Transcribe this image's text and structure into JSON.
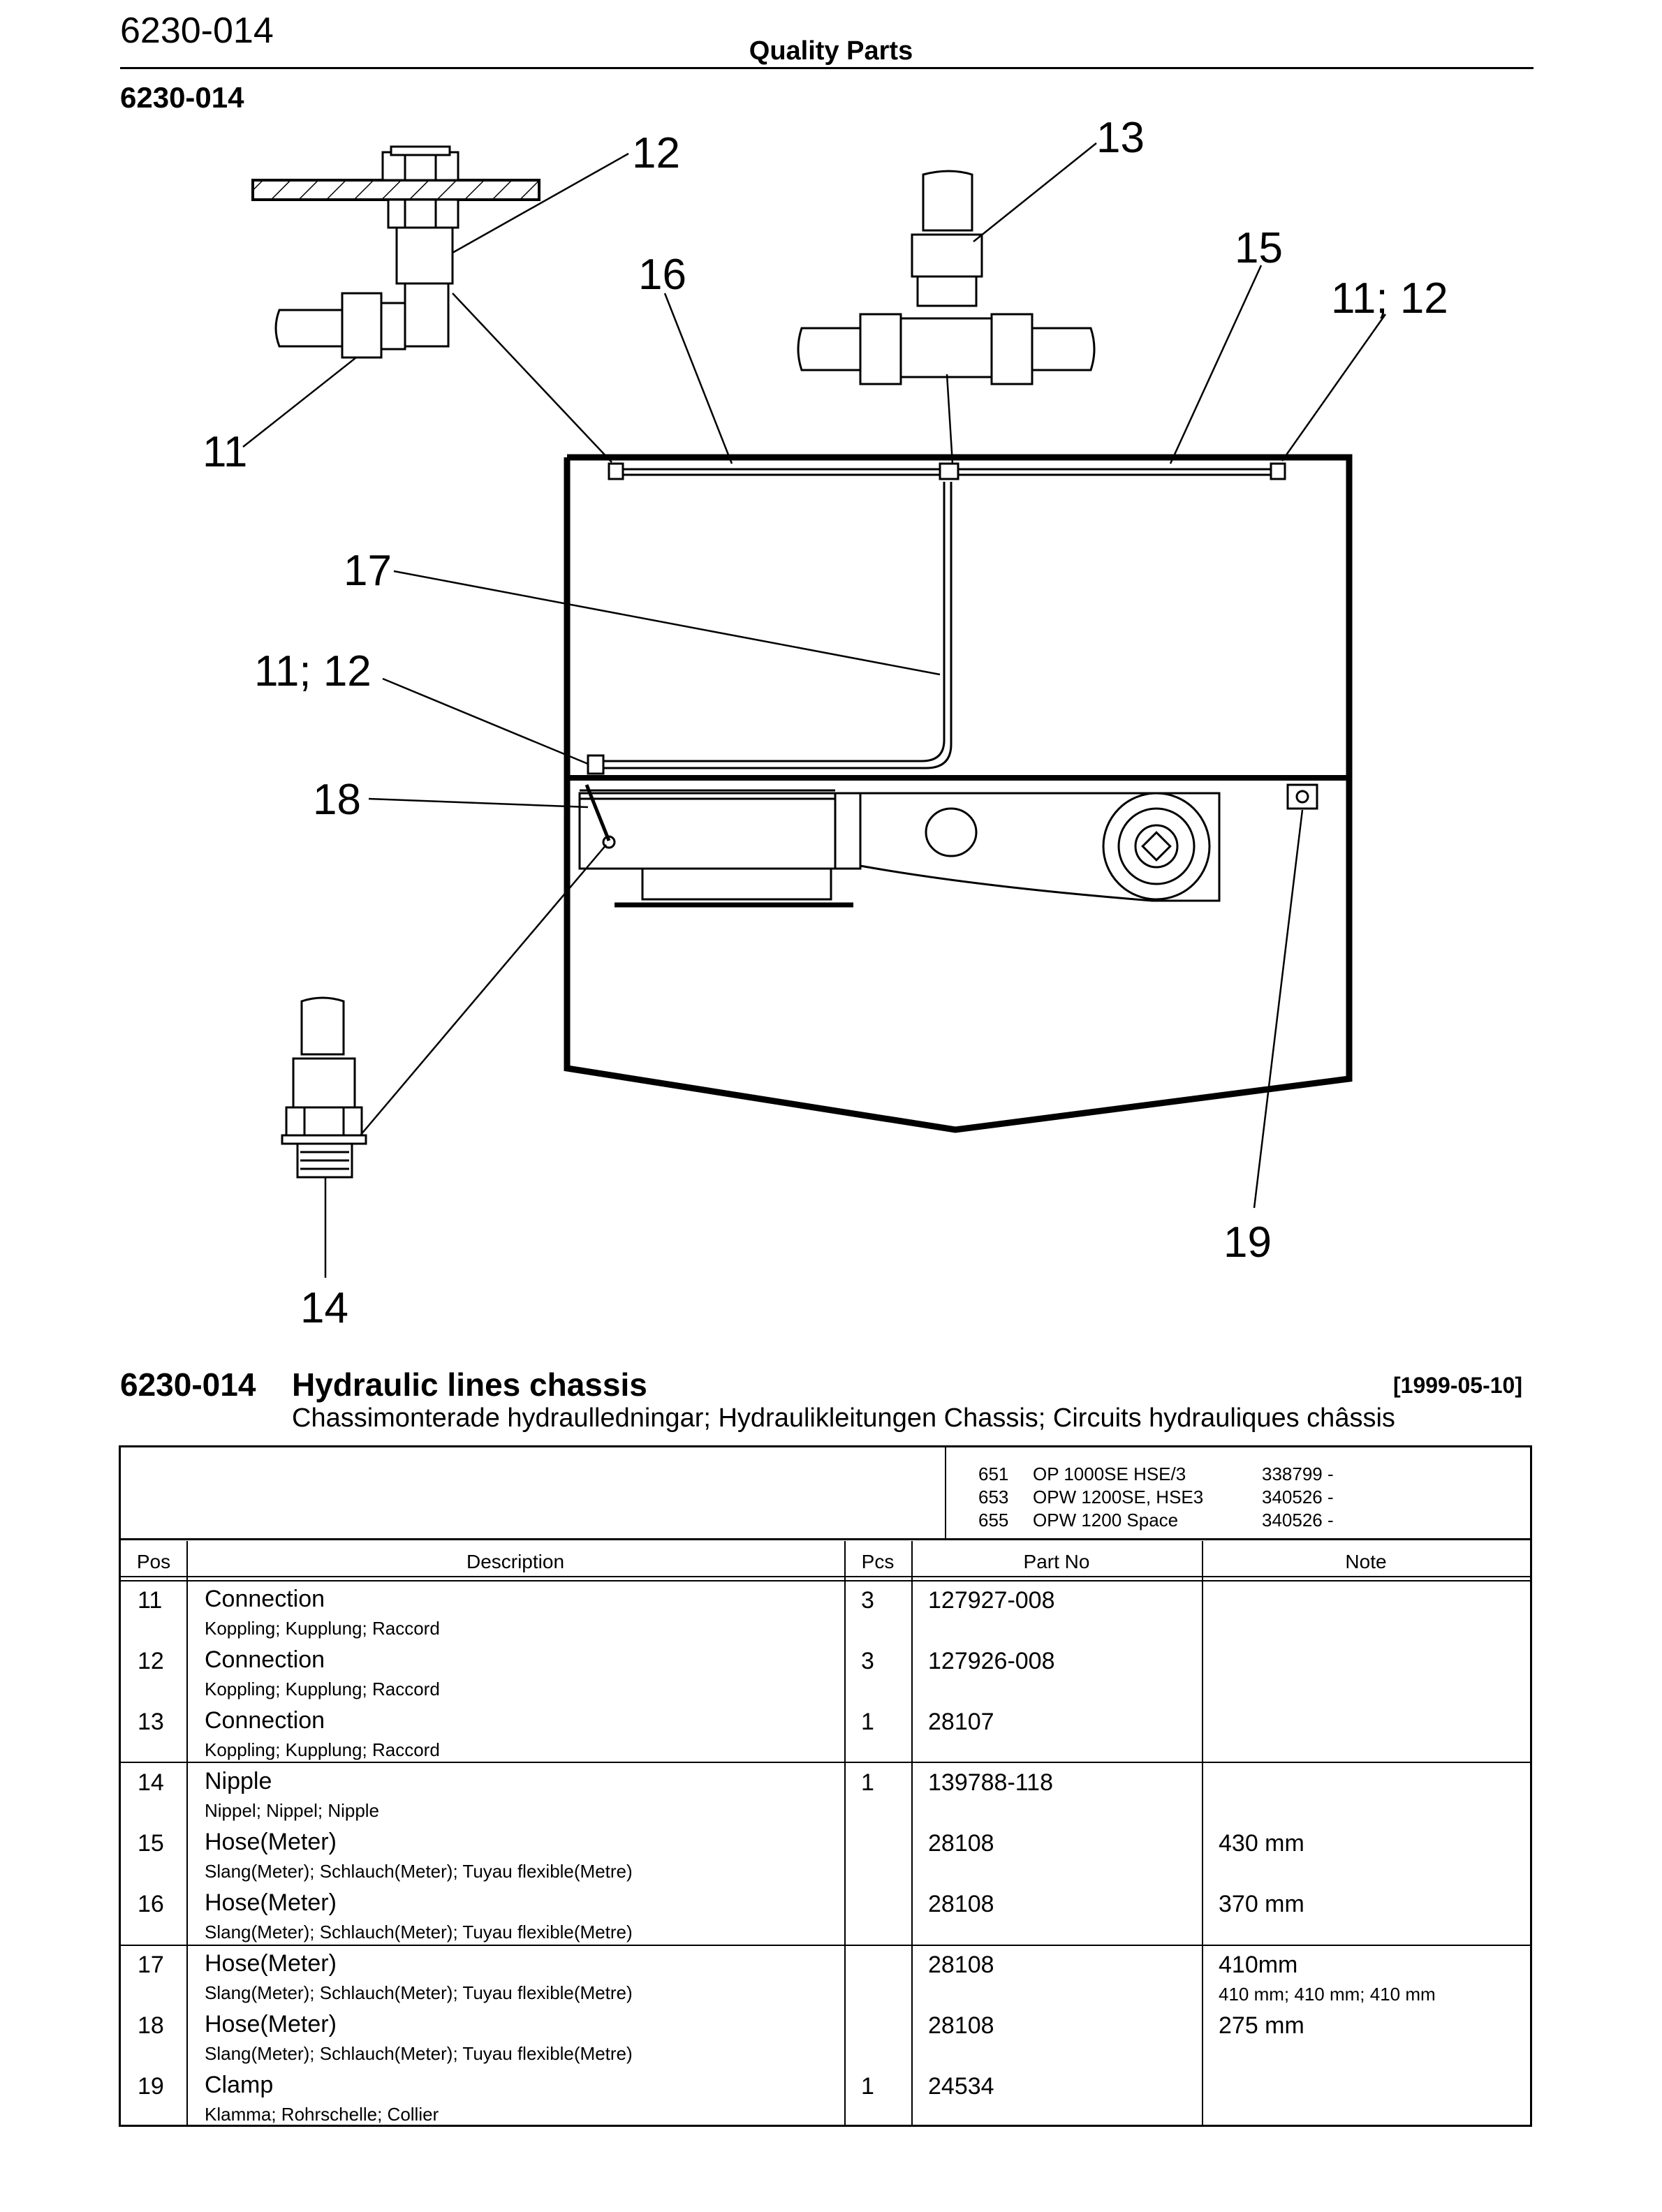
{
  "header": {
    "doc_number": "6230-014",
    "title": "Quality Parts",
    "section_code": "6230-014"
  },
  "diagram": {
    "callouts": [
      "12",
      "13",
      "16",
      "15",
      "11; 12",
      "11",
      "17",
      "11; 12",
      "18",
      "19",
      "14"
    ]
  },
  "section": {
    "code": "6230-014",
    "title": "Hydraulic lines chassis",
    "date": "[1999-05-10]",
    "subtitle": "Chassimonterade hydraulledningar; Hydraulikleitungen Chassis; Circuits hydrauliques châssis"
  },
  "models": [
    {
      "num": "651",
      "name": "OP 1000SE HSE/3",
      "serial": "338799 -"
    },
    {
      "num": "653",
      "name": "OPW 1200SE, HSE3",
      "serial": "340526 -"
    },
    {
      "num": "655",
      "name": "OPW 1200 Space",
      "serial": "340526 -"
    }
  ],
  "columns": {
    "pos": "Pos",
    "description": "Description",
    "pcs": "Pcs",
    "part_no": "Part No",
    "note": "Note"
  },
  "rows": [
    {
      "pos": "11",
      "desc": "Connection",
      "trans": "Koppling; Kupplung; Raccord",
      "pcs": "3",
      "part": "127927-008",
      "note": "",
      "note2": ""
    },
    {
      "pos": "12",
      "desc": "Connection",
      "trans": "Koppling; Kupplung; Raccord",
      "pcs": "3",
      "part": "127926-008",
      "note": "",
      "note2": ""
    },
    {
      "pos": "13",
      "desc": "Connection",
      "trans": "Koppling; Kupplung; Raccord",
      "pcs": "1",
      "part": "28107",
      "note": "",
      "note2": ""
    },
    {
      "pos": "14",
      "desc": "Nipple",
      "trans": "Nippel; Nippel; Nipple",
      "pcs": "1",
      "part": "139788-118",
      "note": "",
      "note2": ""
    },
    {
      "pos": "15",
      "desc": "Hose(Meter)",
      "trans": "Slang(Meter); Schlauch(Meter); Tuyau flexible(Metre)",
      "pcs": "",
      "part": "28108",
      "note": "430 mm",
      "note2": ""
    },
    {
      "pos": "16",
      "desc": "Hose(Meter)",
      "trans": "Slang(Meter); Schlauch(Meter); Tuyau flexible(Metre)",
      "pcs": "",
      "part": "28108",
      "note": "370 mm",
      "note2": ""
    },
    {
      "pos": "17",
      "desc": "Hose(Meter)",
      "trans": "Slang(Meter); Schlauch(Meter); Tuyau flexible(Metre)",
      "pcs": "",
      "part": "28108",
      "note": "410mm",
      "note2": "410 mm; 410 mm; 410 mm"
    },
    {
      "pos": "18",
      "desc": "Hose(Meter)",
      "trans": "Slang(Meter); Schlauch(Meter); Tuyau flexible(Metre)",
      "pcs": "",
      "part": "28108",
      "note": "275 mm",
      "note2": ""
    },
    {
      "pos": "19",
      "desc": "Clamp",
      "trans": "Klamma; Rohrschelle; Collier",
      "pcs": "1",
      "part": "24534",
      "note": "",
      "note2": ""
    }
  ]
}
